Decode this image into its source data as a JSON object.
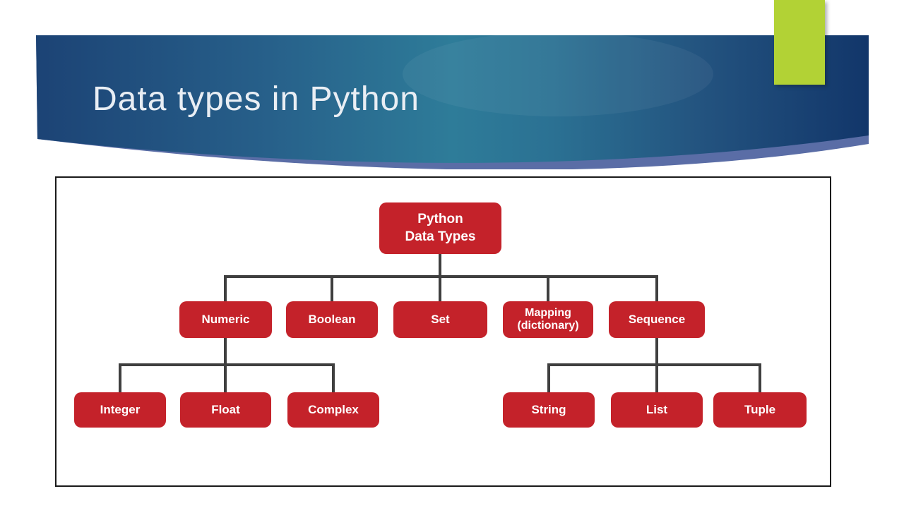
{
  "slide": {
    "title": "Data types in Python",
    "background_color": "#ffffff",
    "banner": {
      "gradient_left": "#1c4375",
      "gradient_mid_teal": "#2e7c99",
      "gradient_right": "#12366a",
      "swoosh_highlight_color": "#5a6da6",
      "title_color": "#e9eef4"
    },
    "accent_tab_color": "#b2d235"
  },
  "diagram": {
    "frame_border_color": "#1a1a1a",
    "node_fill_color": "#c4222a",
    "node_text_color": "#ffffff",
    "connector_color": "#3f3f3f",
    "nodes": {
      "root": {
        "label": "Python\nData Types"
      },
      "numeric": {
        "label": "Numeric"
      },
      "boolean": {
        "label": "Boolean"
      },
      "set": {
        "label": "Set"
      },
      "mapping": {
        "label": "Mapping\n(dictionary)"
      },
      "sequence": {
        "label": "Sequence"
      },
      "integer": {
        "label": "Integer"
      },
      "float": {
        "label": "Float"
      },
      "complex": {
        "label": "Complex"
      },
      "string": {
        "label": "String"
      },
      "list": {
        "label": "List"
      },
      "tuple": {
        "label": "Tuple"
      }
    },
    "hierarchy": {
      "root": "Python Data Types",
      "children": [
        {
          "label": "Numeric",
          "children": [
            "Integer",
            "Float",
            "Complex"
          ]
        },
        {
          "label": "Boolean",
          "children": []
        },
        {
          "label": "Set",
          "children": []
        },
        {
          "label": "Mapping (dictionary)",
          "children": []
        },
        {
          "label": "Sequence",
          "children": [
            "String",
            "List",
            "Tuple"
          ]
        }
      ]
    }
  }
}
